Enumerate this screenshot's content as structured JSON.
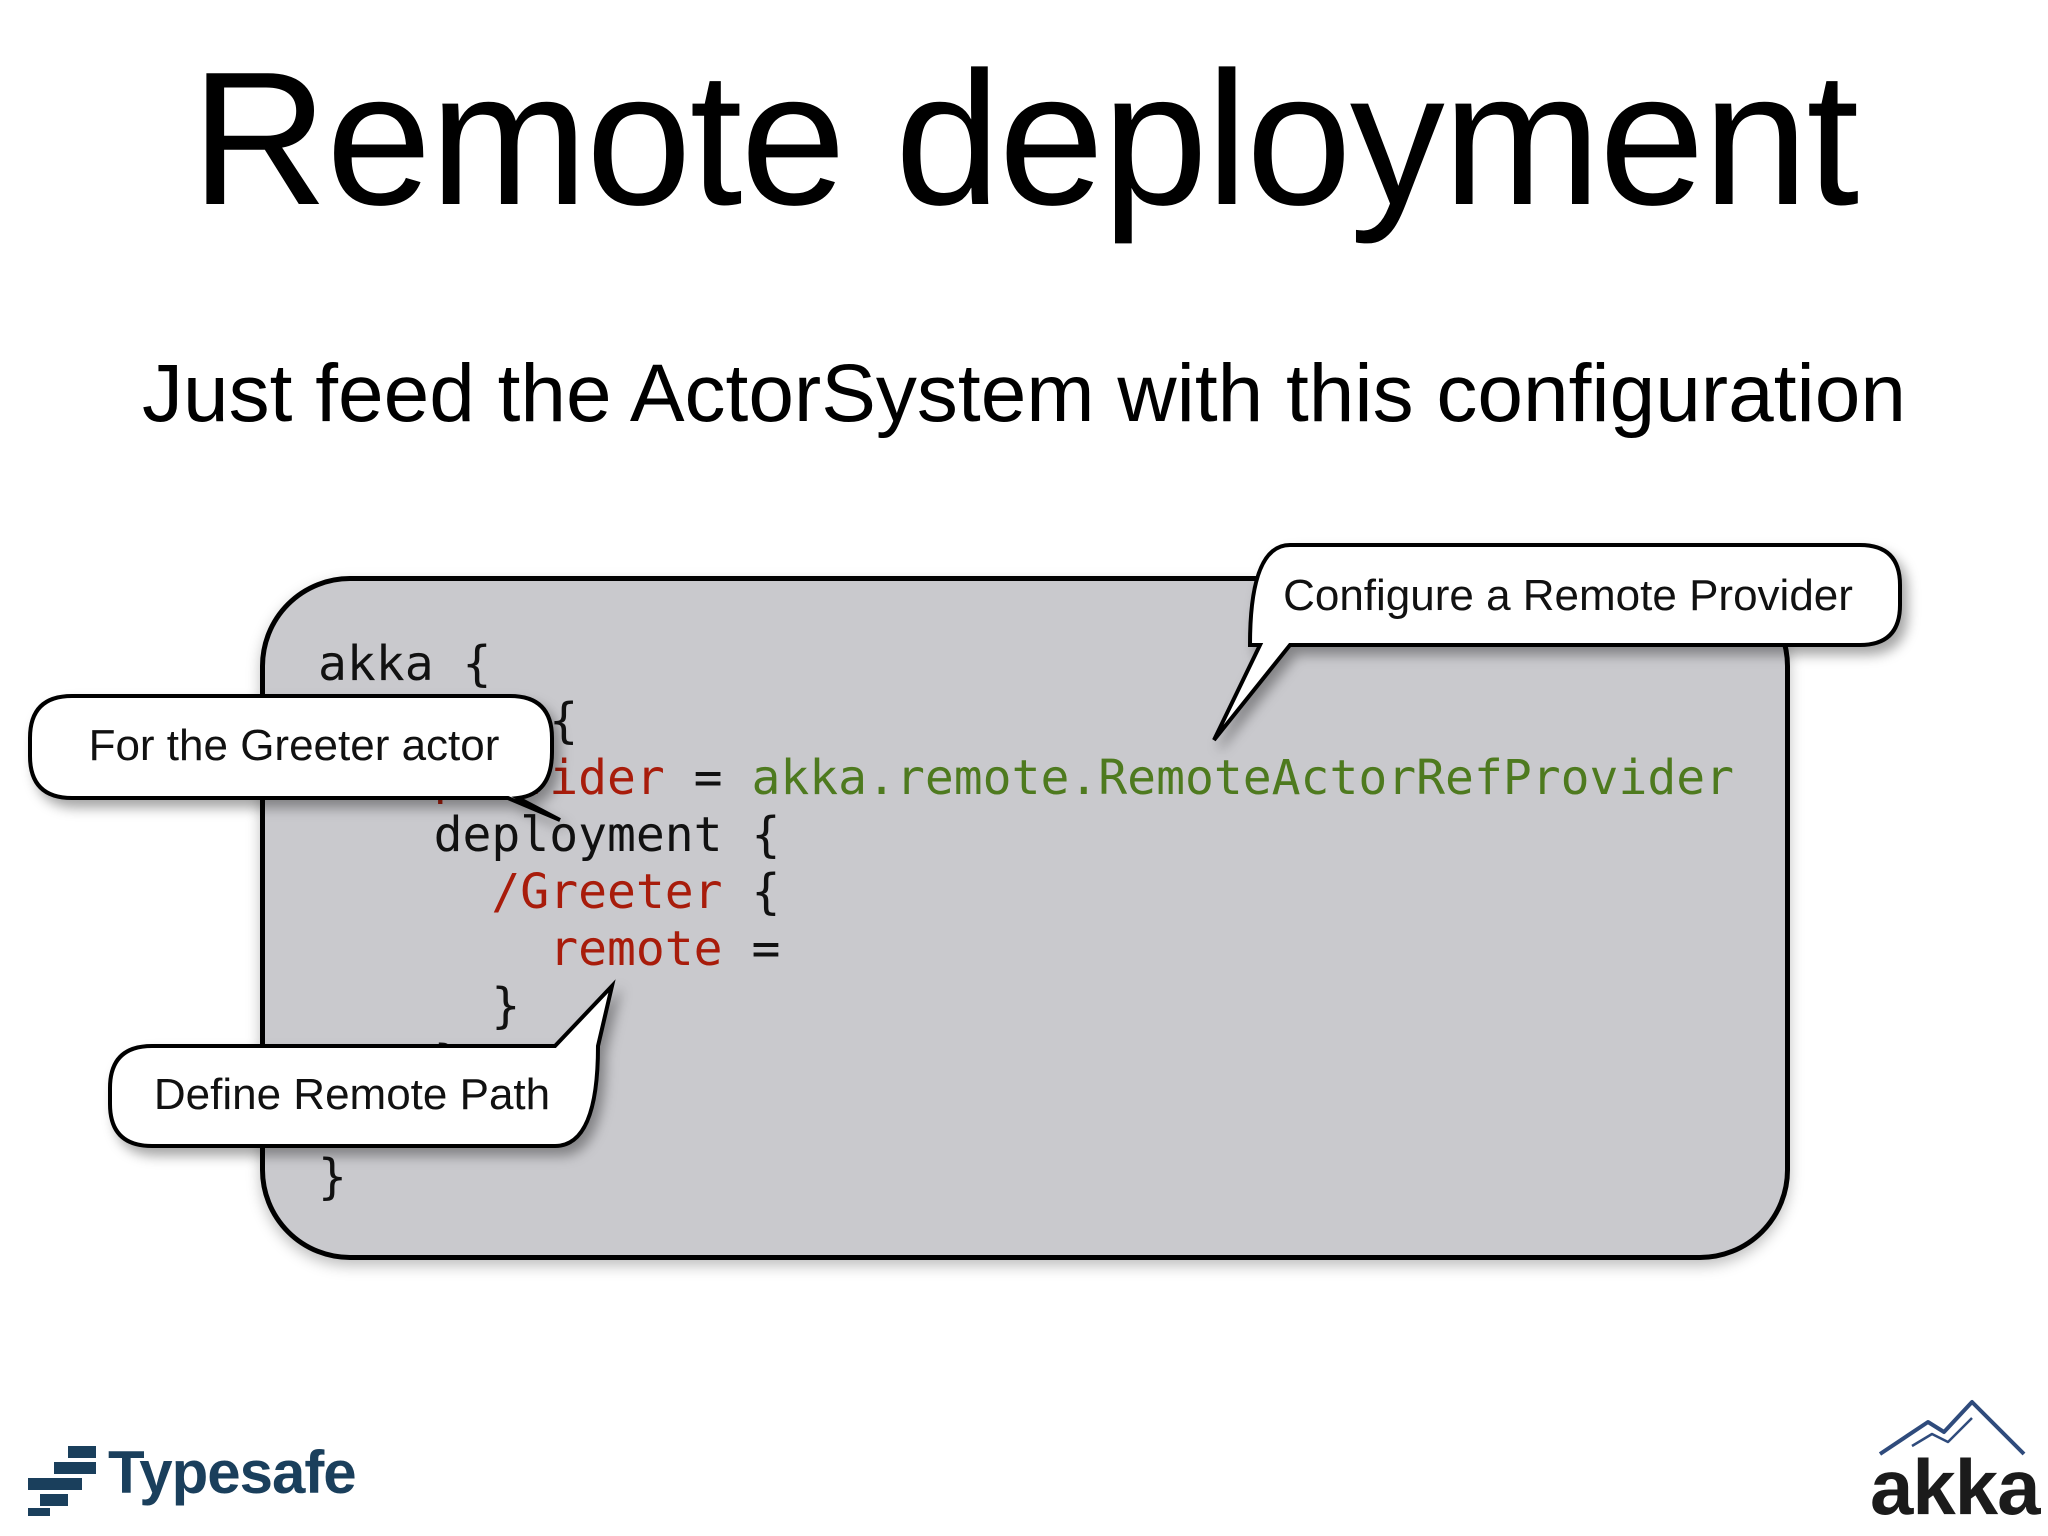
{
  "slide": {
    "title": "Remote deployment",
    "subtitle": "Just feed the ActorSystem with this configuration"
  },
  "code": {
    "lines": [
      {
        "indent": "",
        "a": "akka {",
        "b": "",
        "c": ""
      },
      {
        "indent": "  ",
        "a": "actor {",
        "b": "",
        "c": ""
      },
      {
        "indent": "    ",
        "a": "",
        "b": "provider",
        "c": " = ",
        "d": "akka.remote.RemoteActorRefProvider"
      },
      {
        "indent": "    ",
        "a": "deployment {",
        "b": "",
        "c": ""
      },
      {
        "indent": "      ",
        "a": "",
        "b": "/Greeter",
        "c": " {"
      },
      {
        "indent": "        ",
        "a": "",
        "b": "remote",
        "c": " ="
      },
      {
        "indent": "      ",
        "a": "}",
        "b": "",
        "c": ""
      },
      {
        "indent": "    ",
        "a": "}",
        "b": "",
        "c": ""
      },
      {
        "indent": "  ",
        "a": "}",
        "b": "",
        "c": ""
      },
      {
        "indent": "",
        "a": "}",
        "b": "",
        "c": ""
      }
    ]
  },
  "callouts": {
    "provider": "Configure a Remote Provider",
    "greeter": "For the Greeter actor",
    "path": "Define Remote Path"
  },
  "logos": {
    "typesafe": "Typesafe",
    "akka": "akka",
    "typesafe_icon": "typesafe-logo-icon",
    "akka_icon": "akka-mountain-icon"
  },
  "colors": {
    "code_keyword": "#a81c0b",
    "code_value": "#4e7a1f",
    "panel": "#c9c9cd",
    "typesafe_brand": "#1a3f5c"
  }
}
